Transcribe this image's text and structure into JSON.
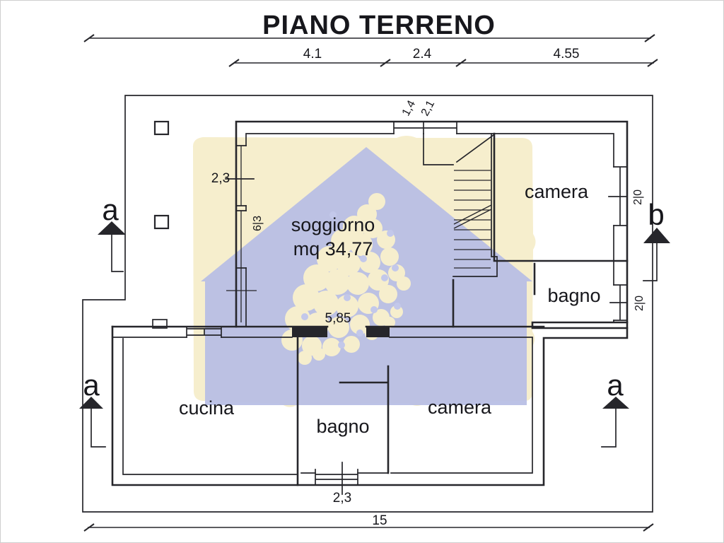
{
  "title": "PIANO TERRENO",
  "colors": {
    "line": "#26262b",
    "text": "#17171c",
    "watermark_cream": "#f6eecd",
    "watermark_blue": "#b7bde4",
    "watermark_dot": "#c3c8ea"
  },
  "dimensions": {
    "top_segments": [
      {
        "label": "4.1"
      },
      {
        "label": "2.4"
      },
      {
        "label": "4.55"
      }
    ],
    "overall": "15",
    "interior_width": "5,85"
  },
  "windows": {
    "left_upper": "2,3",
    "left_lower": "6|3",
    "top_left": "1,4",
    "top_right": "2,1",
    "camera_right": "2|0",
    "bagno_right": "2|0",
    "bottom": "2,3"
  },
  "rooms": {
    "soggiorno": {
      "name": "soggiorno",
      "area": "mq 34,77"
    },
    "camera_top": "camera",
    "bagno_right": "bagno",
    "cucina": "cucina",
    "bagno_bottom": "bagno",
    "camera_bottom": "camera"
  },
  "sections": {
    "a_top_left": "a",
    "b_right": "b",
    "a_bottom_left": "a",
    "a_bottom_right": "a"
  }
}
